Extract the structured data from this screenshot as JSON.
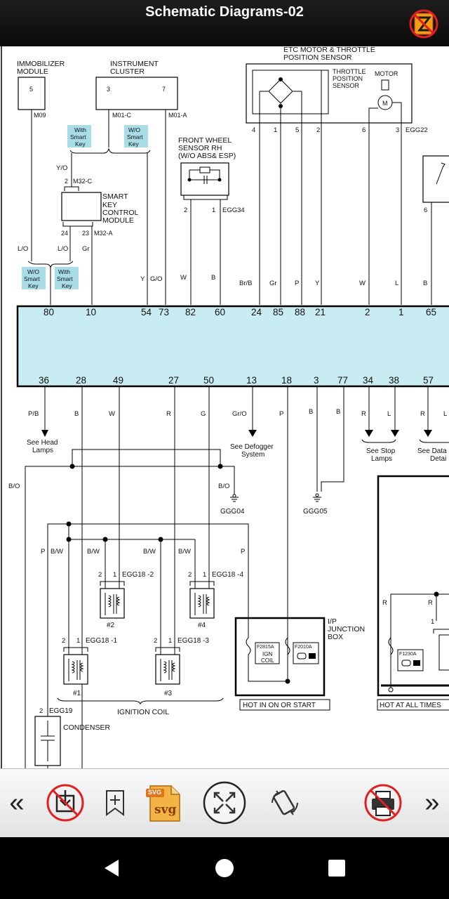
{
  "header": {
    "title": "Schematic Diagrams-02",
    "app_icon": "z-logo-disabled-icon"
  },
  "diagram": {
    "immobilizer": {
      "name_line1": "IMMOBILIZER",
      "name_line2": "MODULE",
      "pin": "5",
      "connector": "M09"
    },
    "cluster": {
      "name_line1": "INSTRUMENT",
      "name_line2": "CLUSTER",
      "pin_a": "3",
      "pin_b": "7",
      "connector_a": "M01-C",
      "connector_b": "M01-A"
    },
    "key_with_1": "With",
    "key_with_2": "Smart",
    "key_with_3": "Key",
    "key_wo_1": "W/O",
    "key_wo_2": "Smart",
    "key_wo_3": "Key",
    "etc": {
      "title1": "ETC MOTOR & THROTTLE",
      "title2": "POSITION SENSOR",
      "tps1": "THROTTLE",
      "tps2": "POSITION",
      "tps3": "SENSOR",
      "motor": "MOTOR",
      "motor_m": "M",
      "p4": "4",
      "p1": "1",
      "p5": "5",
      "p2": "2",
      "p6": "6",
      "p3": "3",
      "connector": "EGG22"
    },
    "fws": {
      "l1": "FRONT WHEEL",
      "l2": "SENSOR RH",
      "l3": "(W/O ABS& ESP)",
      "p2": "2",
      "p1": "1",
      "connector": "EGG34"
    },
    "smartkey": {
      "l1": "SMART",
      "l2": "KEY",
      "l3": "CONTROL",
      "l4": "MODULE",
      "p2": "2",
      "c_top": "M32-C",
      "p24": "24",
      "p23": "23",
      "c_bot": "M32-A"
    },
    "right_p6": "6",
    "wires_top": [
      "Y/O",
      "L/O",
      "L/O",
      "Gr",
      "Y",
      "G/O",
      "W",
      "B",
      "Br/B",
      "Gr",
      "P",
      "Y",
      "W",
      "L",
      "B"
    ],
    "ecm_top_pins": [
      "80",
      "10",
      "54",
      "73",
      "82",
      "60",
      "24",
      "85",
      "88",
      "21",
      "2",
      "1",
      "65"
    ],
    "ecm_bottom_pins": [
      "36",
      "28",
      "49",
      "27",
      "50",
      "13",
      "18",
      "3",
      "77",
      "34",
      "38",
      "57"
    ],
    "wires_bottom": [
      "P/B",
      "B",
      "W",
      "R",
      "G",
      "Gr/O",
      "P",
      "B",
      "B",
      "R",
      "L",
      "R",
      "L"
    ],
    "refs": {
      "head1": "See Head",
      "head2": "Lamps",
      "defog1": "See Defogger",
      "defog2": "System",
      "stop1": "See Stop",
      "stop2": "Lamps",
      "data1": "See Data",
      "data2": "Detai"
    },
    "grounds": {
      "g4": "GGG04",
      "g5": "GGG05"
    },
    "lower_wires": [
      "B/O",
      "B/O",
      "P",
      "B/W",
      "B/W",
      "B/W",
      "B/W",
      "P",
      "R",
      "R"
    ],
    "coils": {
      "n1": "#1",
      "n2": "#2",
      "n3": "#3",
      "n4": "#4",
      "c1": "EGG18 -1",
      "c2": "EGG18 -2",
      "c3": "EGG18 -3",
      "c4": "EGG18 -4",
      "p2": "2",
      "p1": "1",
      "label": "IGNITION COIL"
    },
    "condenser": {
      "pin": "2",
      "connector": "EGG19",
      "label": "CONDENSER"
    },
    "junction": {
      "l1": "I/P",
      "l2": "JUNCTION",
      "l3": "BOX",
      "fuse_a": "F2815A",
      "fuse_a_name1": "IGN",
      "fuse_a_name2": "COIL",
      "fuse_b": "F2010A",
      "fuse_c": "F1230A",
      "pin1": "1",
      "hot_start": "HOT IN ON OR START",
      "hot_all": "HOT AT ALL TIMES"
    }
  },
  "toolbar": {
    "prev": "«",
    "next": "»",
    "svg_badge": "SVG",
    "svg_text": "svg",
    "icons": [
      "download-disabled-icon",
      "bookmark-add-icon",
      "svg-file-icon",
      "fit-screen-icon",
      "rotate-icon",
      "print-disabled-icon"
    ]
  },
  "navbar": {
    "icons": [
      "back-icon",
      "home-icon",
      "recents-icon"
    ]
  }
}
